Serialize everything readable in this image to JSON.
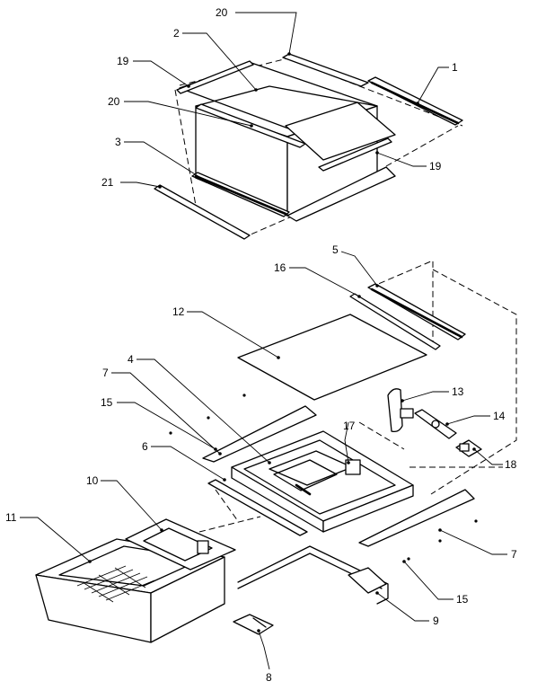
{
  "callouts": {
    "c1": "1",
    "c2": "2",
    "c3": "3",
    "c4": "4",
    "c5": "5",
    "c6": "6",
    "c7a": "7",
    "c7b": "7",
    "c8": "8",
    "c9": "9",
    "c10": "10",
    "c11": "11",
    "c12": "12",
    "c13": "13",
    "c14": "14",
    "c15a": "15",
    "c15b": "15",
    "c16": "16",
    "c17": "17",
    "c18": "18",
    "c19a": "19",
    "c19b": "19",
    "c20a": "20",
    "c20b": "20",
    "c21": "21"
  }
}
